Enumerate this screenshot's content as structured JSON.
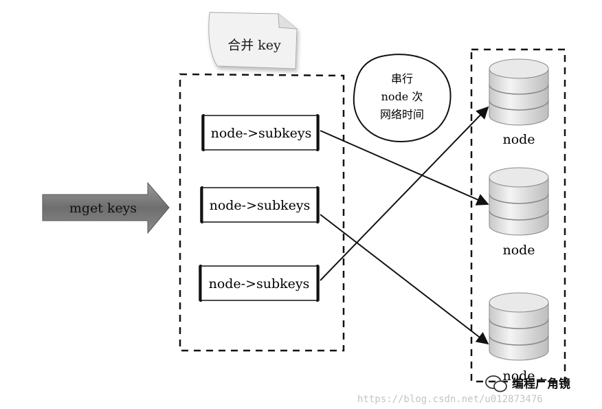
{
  "note_label": "合并 key",
  "input_label": "mget keys",
  "bubble_lines": [
    "串行",
    "node 次",
    "网络时间"
  ],
  "subkey_boxes": [
    "node->subkeys",
    "node->subkeys",
    "node->subkeys"
  ],
  "nodes": [
    "node",
    "node",
    "node"
  ],
  "watermark": "https://blog.csdn.net/u012873476",
  "brand": "编程广角镜"
}
